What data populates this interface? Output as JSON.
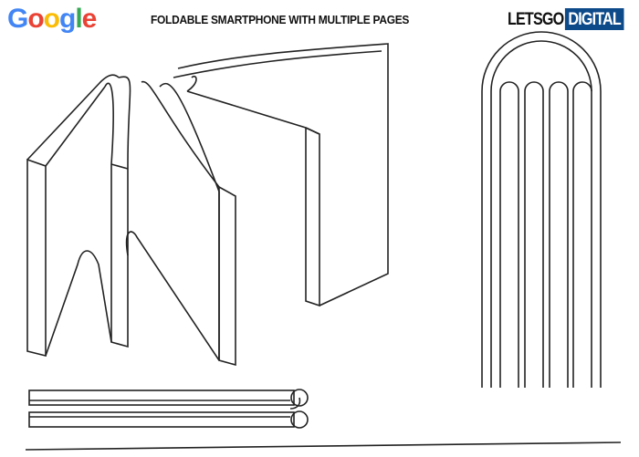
{
  "header": {
    "logo_letters": [
      "G",
      "o",
      "o",
      "g",
      "l",
      "e"
    ],
    "logo_colors": [
      "#4285f4",
      "#ea4335",
      "#fbbc05",
      "#4285f4",
      "#34a853",
      "#ea4335"
    ],
    "title": "FOLDABLE SMARTPHONE WITH MULTIPLE PAGES",
    "brand_part1": "LETSGO",
    "brand_part2": "DIGITAL",
    "brand_color": "#0d4a8a"
  }
}
